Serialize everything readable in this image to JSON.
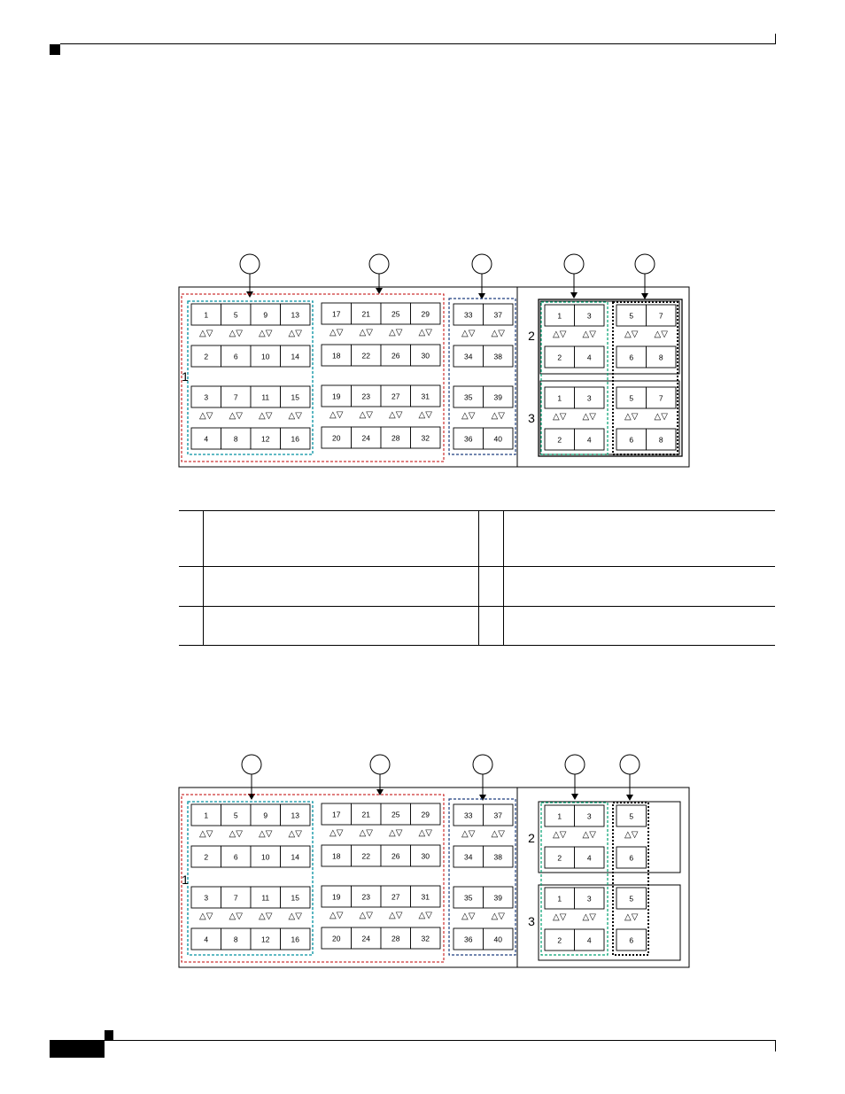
{
  "figure1": {
    "left_blocks": [
      {
        "rows": [
          [
            "1",
            "5",
            "9",
            "13"
          ],
          [
            "2",
            "6",
            "10",
            "14"
          ]
        ]
      },
      {
        "rows": [
          [
            "3",
            "7",
            "11",
            "15"
          ],
          [
            "4",
            "8",
            "12",
            "16"
          ]
        ]
      }
    ],
    "mid_blocks": [
      {
        "rows": [
          [
            "17",
            "21",
            "25",
            "29"
          ],
          [
            "18",
            "22",
            "26",
            "30"
          ]
        ]
      },
      {
        "rows": [
          [
            "19",
            "23",
            "27",
            "31"
          ],
          [
            "20",
            "24",
            "28",
            "32"
          ]
        ]
      }
    ],
    "right_blocks": [
      {
        "rows": [
          [
            "33",
            "37"
          ],
          [
            "34",
            "38"
          ]
        ]
      },
      {
        "rows": [
          [
            "35",
            "39"
          ],
          [
            "36",
            "40"
          ]
        ]
      }
    ],
    "module_a": [
      {
        "rows": [
          [
            "1",
            "3"
          ],
          [
            "2",
            "4"
          ]
        ]
      },
      {
        "rows": [
          [
            "1",
            "3"
          ],
          [
            "2",
            "4"
          ]
        ]
      }
    ],
    "module_b": [
      {
        "rows": [
          [
            "5",
            "7"
          ],
          [
            "6",
            "8"
          ]
        ]
      },
      {
        "rows": [
          [
            "5",
            "7"
          ],
          [
            "6",
            "8"
          ]
        ]
      }
    ],
    "side_labels": [
      "1",
      "2",
      "3"
    ]
  },
  "figure2": {
    "left_blocks": [
      {
        "rows": [
          [
            "1",
            "5",
            "9",
            "13"
          ],
          [
            "2",
            "6",
            "10",
            "14"
          ]
        ]
      },
      {
        "rows": [
          [
            "3",
            "7",
            "11",
            "15"
          ],
          [
            "4",
            "8",
            "12",
            "16"
          ]
        ]
      }
    ],
    "mid_blocks": [
      {
        "rows": [
          [
            "17",
            "21",
            "25",
            "29"
          ],
          [
            "18",
            "22",
            "26",
            "30"
          ]
        ]
      },
      {
        "rows": [
          [
            "19",
            "23",
            "27",
            "31"
          ],
          [
            "20",
            "24",
            "28",
            "32"
          ]
        ]
      }
    ],
    "right_blocks": [
      {
        "rows": [
          [
            "33",
            "37"
          ],
          [
            "34",
            "38"
          ]
        ]
      },
      {
        "rows": [
          [
            "35",
            "39"
          ],
          [
            "36",
            "40"
          ]
        ]
      }
    ],
    "module_a": [
      {
        "rows": [
          [
            "1",
            "3"
          ],
          [
            "2",
            "4"
          ]
        ]
      },
      {
        "rows": [
          [
            "1",
            "3"
          ],
          [
            "2",
            "4"
          ]
        ]
      }
    ],
    "module_b": [
      {
        "rows": [
          [
            "5"
          ],
          [
            "6"
          ]
        ]
      },
      {
        "rows": [
          [
            "5"
          ],
          [
            "6"
          ]
        ]
      }
    ],
    "side_labels": [
      "1",
      "2",
      "3"
    ]
  },
  "legend_table": {
    "rows": [
      [
        "",
        "",
        "",
        ""
      ],
      [
        "",
        "",
        "",
        ""
      ],
      [
        "",
        "",
        "",
        ""
      ]
    ]
  },
  "colors": {
    "red_dashed": "#c00000",
    "teal_dashed": "#0090a0",
    "navy_dashed": "#1f3f7f",
    "green_dashed": "#00a070",
    "black": "#000000"
  }
}
